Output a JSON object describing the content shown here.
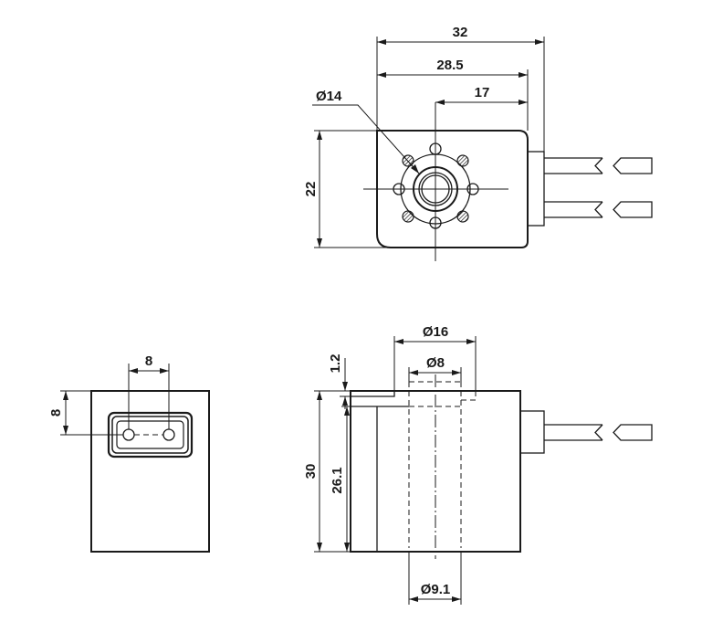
{
  "top_view": {
    "dim_overall_width": "32",
    "dim_body_width": "28.5",
    "dim_center_offset": "17",
    "dim_bore_diameter": "Ø14",
    "dim_height": "22"
  },
  "connector_view": {
    "dim_pin_spacing": "8",
    "dim_pin_height": "8"
  },
  "side_view": {
    "dim_collar_diameter": "Ø16",
    "dim_inner_diameter": "Ø8",
    "dim_bottom_diameter": "Ø9.1",
    "dim_collar_height": "1.2",
    "dim_total_height": "30",
    "dim_body_height": "26.1"
  }
}
